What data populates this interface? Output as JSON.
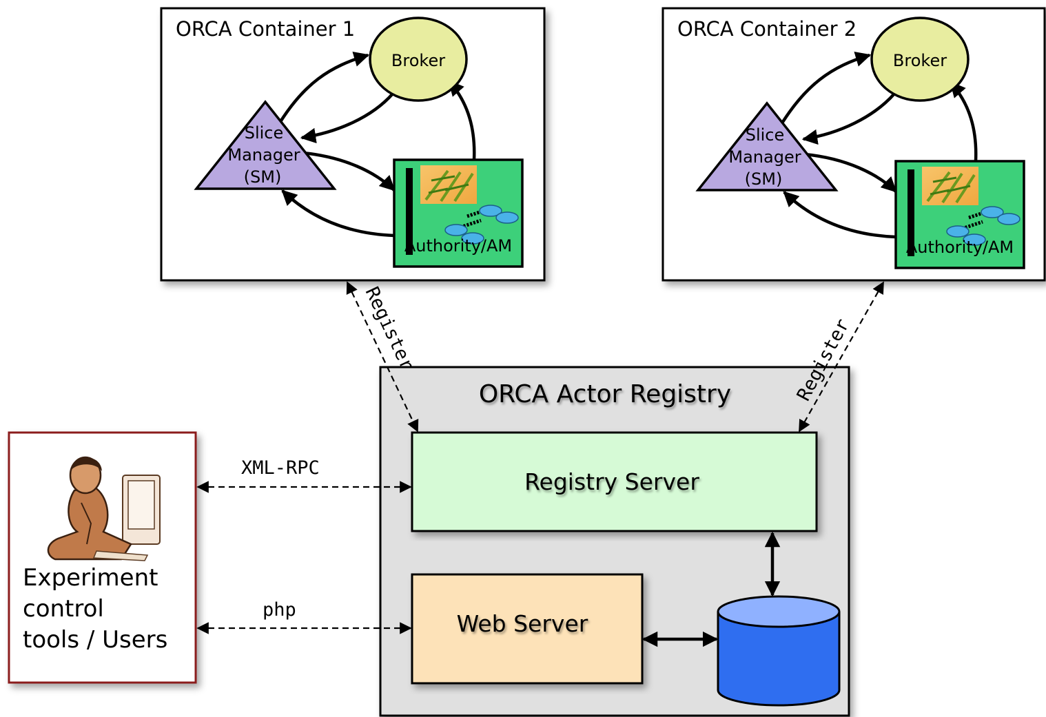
{
  "containers": [
    {
      "title": "ORCA Container 1",
      "broker": "Broker",
      "sm_lines": [
        "Slice",
        "Manager",
        "(SM)"
      ],
      "authority": "Authority/AM"
    },
    {
      "title": "ORCA Container 2",
      "broker": "Broker",
      "sm_lines": [
        "Slice",
        "Manager",
        "(SM)"
      ],
      "authority": "Authority/AM"
    }
  ],
  "registry": {
    "title": "ORCA Actor Registry",
    "registry_server": "Registry Server",
    "web_server": "Web Server"
  },
  "links": {
    "register_left": "Register",
    "register_right": "Register",
    "xmlrpc": "XML-RPC",
    "php": "php"
  },
  "users": {
    "lines": [
      "Experiment",
      "control",
      "tools / Users"
    ]
  },
  "colors": {
    "broker": "#e8eda0",
    "slice_manager": "#b8a8e0",
    "authority": "#3dd07a",
    "registry_bg": "#e0e0e0",
    "registry_server": "#d6fad6",
    "web_server": "#fde2b8",
    "database": "#2f6ef0",
    "user_border": "#8b1e1e"
  }
}
